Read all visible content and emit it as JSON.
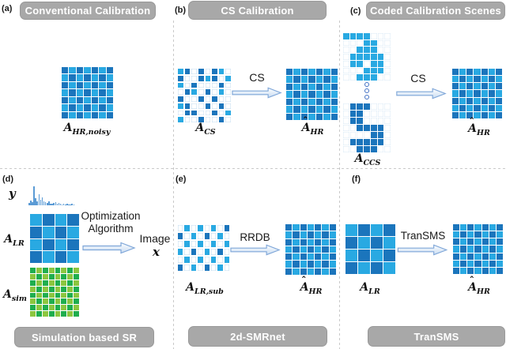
{
  "colors": {
    "light_blue": "#29A9E2",
    "dark_blue": "#1B75BC",
    "light_green": "#8CC63F",
    "dark_green": "#1FAE4E",
    "pill_gray": "#A8A8A8",
    "arrow_stroke": "#7EA6D8",
    "signal_blue": "#5B9BD5"
  },
  "panels": {
    "a": {
      "tag": "(a)",
      "title": "Conventional Calibration"
    },
    "b": {
      "tag": "(b)",
      "title": "CS Calibration"
    },
    "c": {
      "tag": "(c)",
      "title": "Coded Calibration Scenes"
    },
    "d": {
      "tag": "(d)",
      "title": "Simulation based SR"
    },
    "e": {
      "tag": "(e)",
      "title": "2d-SMRnet"
    },
    "f": {
      "tag": "(f)",
      "title": "TranSMS"
    }
  },
  "labels": {
    "a_hr_noisy": {
      "base": "A",
      "sub": "HR,noisy"
    },
    "a_cs": {
      "base": "A",
      "sub": "CS"
    },
    "a_ccs": {
      "base": "A",
      "sub": "CCS"
    },
    "a_hr_hat": {
      "hat": "ˆ",
      "base": "A",
      "sub": "HR"
    },
    "a_lr": {
      "base": "A",
      "sub": "LR"
    },
    "a_sim": {
      "base": "A",
      "sub": "sim"
    },
    "a_lr_sub": {
      "base": "A",
      "sub": "LR,sub"
    },
    "y": "y",
    "x": "x",
    "image": "Image",
    "cs": "CS",
    "rrdb": "RRDB",
    "transms": "TranSMS",
    "opt_line1": "Optimization",
    "opt_line2": "Algorithm"
  },
  "grids": {
    "hr7": {
      "cols": 7,
      "gap": 1,
      "palette": {
        "1": "#29A9E2",
        "2": "#1B75BC"
      },
      "cells": [
        "2121212",
        "1212121",
        "2121212",
        "1212121",
        "2121212",
        "1212121",
        "2121212"
      ]
    },
    "lr4": {
      "cols": 4,
      "gap": 1,
      "palette": {
        "1": "#29A9E2",
        "2": "#1B75BC"
      },
      "cells": [
        "1212",
        "2121",
        "1212",
        "2121"
      ]
    },
    "sim8": {
      "cols": 8,
      "gap": 1,
      "palette": {
        "1": "#8CC63F",
        "2": "#1FAE4E"
      },
      "cells": [
        "21212121",
        "12121212",
        "21212121",
        "12121212",
        "21212121",
        "12121212",
        "21212121",
        "12121212"
      ]
    },
    "cs8": {
      "cols": 8,
      "gap": 2,
      "empty_border": "#C3DCF0",
      "palette": {
        "1": "#29A9E2",
        "2": "#1B75BC"
      },
      "cells": [
        "12020210",
        "20021201",
        "10200020",
        "02102010",
        "20020200",
        "12002020",
        "02200201",
        "10020020"
      ]
    },
    "lrsub": {
      "cols": 8,
      "gap": 2,
      "empty_border": "#C3DCF0",
      "palette": {
        "1": "#29A9E2",
        "2": "#1B75BC"
      },
      "cells": [
        "01010102",
        "20102010",
        "01010101",
        "10201020",
        "01010101",
        "20102010"
      ]
    },
    "ccs_top": {
      "cols": 7,
      "gap": 1,
      "empty_border": "#D9E8F6",
      "palette": {
        "1": "#29A9E2"
      },
      "cells": [
        "1111000",
        "0001100",
        "0011100",
        "0111110",
        "0110110",
        "0001110",
        "0011100"
      ]
    },
    "ccs_bot": {
      "cols": 7,
      "gap": 1,
      "empty_border": "#D9E8F6",
      "palette": {
        "1": "#1B75BC"
      },
      "cells": [
        "0111000",
        "0110000",
        "0110000",
        "0011110",
        "0000110",
        "0111110",
        "0011100"
      ]
    }
  },
  "signal": {
    "heights": [
      3,
      6,
      4,
      24,
      9,
      5,
      14,
      7,
      10,
      5,
      4,
      3,
      5,
      2,
      2,
      3,
      4,
      2,
      3,
      2,
      1,
      2,
      1,
      2,
      1,
      1,
      2,
      1
    ]
  }
}
